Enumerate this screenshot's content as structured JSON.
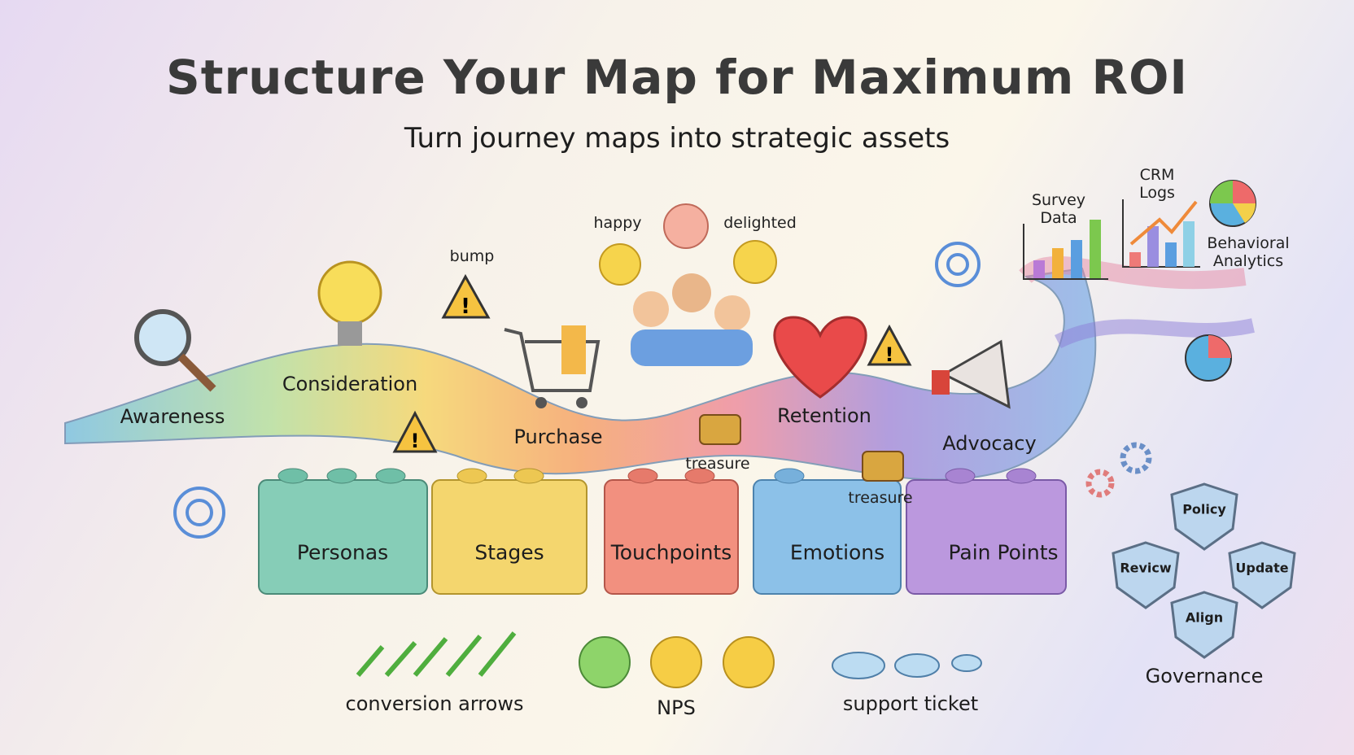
{
  "header": {
    "title": "Structure Your Map for Maximum ROI",
    "subtitle": "Turn journey maps into strategic assets"
  },
  "journey_stages": [
    "Awareness",
    "Consideration",
    "Purchase",
    "Retention",
    "Advocacy"
  ],
  "annotations": {
    "bump": "bump",
    "happy": "happy",
    "delighted": "delighted",
    "treasure_1": "treasure",
    "treasure_2": "treasure"
  },
  "building_blocks": [
    {
      "label": "Personas",
      "color": "#7fcbb4"
    },
    {
      "label": "Stages",
      "color": "#f3d56a"
    },
    {
      "label": "Touchpoints",
      "color": "#f08a7c"
    },
    {
      "label": "Emotions",
      "color": "#86bde6"
    },
    {
      "label": "Pain Points",
      "color": "#b793dc"
    }
  ],
  "data_sources": {
    "survey": "Survey Data",
    "crm": "CRM Logs",
    "behavioral": "Behavioral Analytics"
  },
  "metrics": {
    "conversion": "conversion arrows",
    "nps": "NPS",
    "support": "support ticket"
  },
  "governance": {
    "title": "Governance",
    "shields": [
      "Policy",
      "Revicw",
      "Update",
      "Align"
    ]
  }
}
